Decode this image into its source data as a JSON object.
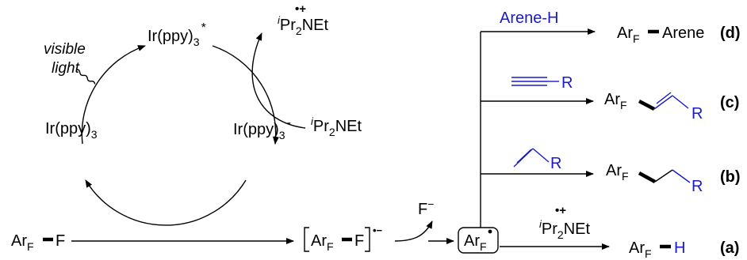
{
  "labels": {
    "visible_light_1": "visible",
    "visible_light_2": "light",
    "ir_excited": "Ir(ppy)",
    "ir_excited_sub": "3",
    "ir_excited_sup": "*",
    "ir_ground": "Ir(ppy)",
    "ir_ground_sub": "3",
    "ir_reduced": "Ir(ppy)",
    "ir_reduced_sub": "3",
    "ir_reduced_sup": "-",
    "amine_radical_cation_pre": "i",
    "amine_radical_cation": "Pr",
    "amine_radical_cation_sub": "2",
    "amine_radical_cation_post": "NEt",
    "radical_cation_mark": "•+",
    "amine_pre": "i",
    "amine": "Pr",
    "amine_sub": "2",
    "amine_post": "NEt",
    "substrate_ar": "Ar",
    "substrate_ar_sub": "F",
    "substrate_f": "F",
    "radical_anion_ar": "Ar",
    "radical_anion_ar_sub": "F",
    "radical_anion_f": "F",
    "radical_anion_mark": "•−",
    "fluoride": "F",
    "fluoride_charge": "−",
    "aryl_radical": "Ar",
    "aryl_radical_sub": "F",
    "hat_amine_pre": "i",
    "hat_amine": "Pr",
    "hat_amine_sub": "2",
    "hat_amine_post": "NEt",
    "hat_mark": "•+",
    "reagent_d": "Arene-H",
    "reagent_c_r": "R",
    "reagent_b_r": "R",
    "product_d_ar": "Ar",
    "product_d_ar_sub": "F",
    "product_d_rest": "Arene",
    "product_c_ar": "Ar",
    "product_c_ar_sub": "F",
    "product_c_r": "R",
    "product_b_ar": "Ar",
    "product_b_ar_sub": "F",
    "product_b_r": "R",
    "product_a_ar": "Ar",
    "product_a_ar_sub": "F",
    "product_a_h": "H",
    "tag_d": "(d)",
    "tag_c": "(c)",
    "tag_b": "(b)",
    "tag_a": "(a)"
  },
  "colors": {
    "reagent": "#1a1acc",
    "text": "#000000"
  }
}
